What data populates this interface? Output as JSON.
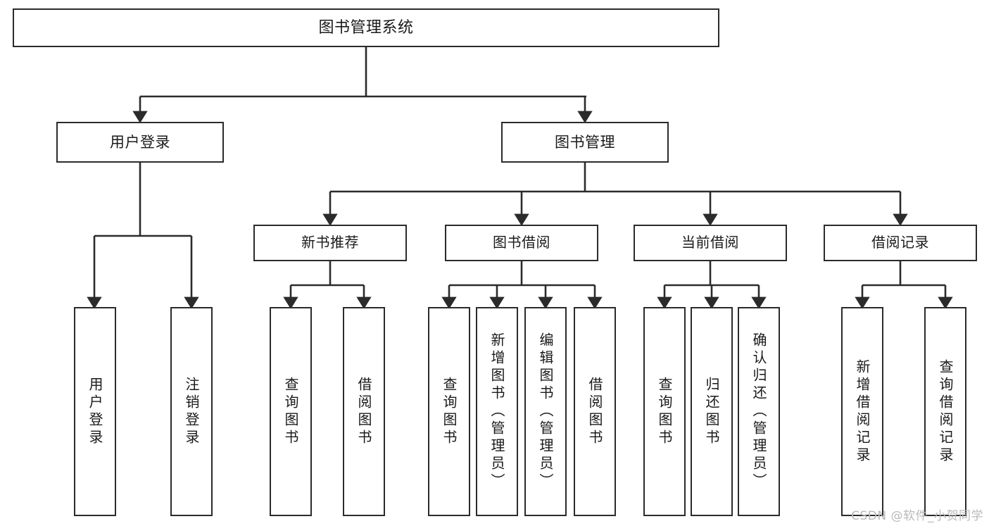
{
  "diagram": {
    "title": "图书管理系统",
    "type": "tree",
    "watermark": "CSDN @软件_小贺同学",
    "colors": {
      "box_border": "#2b2b2b",
      "box_fill": "#ffffff",
      "edge": "#2b2b2b",
      "text": "#1a1a1a",
      "watermark": "#b9b9b9"
    },
    "root": {
      "label": "图书管理系统"
    },
    "level1": [
      {
        "label": "用户登录"
      },
      {
        "label": "图书管理"
      }
    ],
    "level2": [
      {
        "label": "新书推荐"
      },
      {
        "label": "图书借阅"
      },
      {
        "label": "当前借阅"
      },
      {
        "label": "借阅记录"
      }
    ],
    "leaves": {
      "user_login": [
        {
          "label": "用户登录"
        },
        {
          "label": "注销登录"
        }
      ],
      "new_book": [
        {
          "label": "查询图书"
        },
        {
          "label": "借阅图书"
        }
      ],
      "book_borrow": [
        {
          "label": "查询图书"
        },
        {
          "label": "新增图书（管理员）"
        },
        {
          "label": "编辑图书（管理员）"
        },
        {
          "label": "借阅图书"
        }
      ],
      "current_borrow": [
        {
          "label": "查询图书"
        },
        {
          "label": "归还图书"
        },
        {
          "label": "确认归还（管理员）"
        }
      ],
      "borrow_record": [
        {
          "label": "新增借阅记录"
        },
        {
          "label": "查询借阅记录"
        }
      ]
    }
  }
}
